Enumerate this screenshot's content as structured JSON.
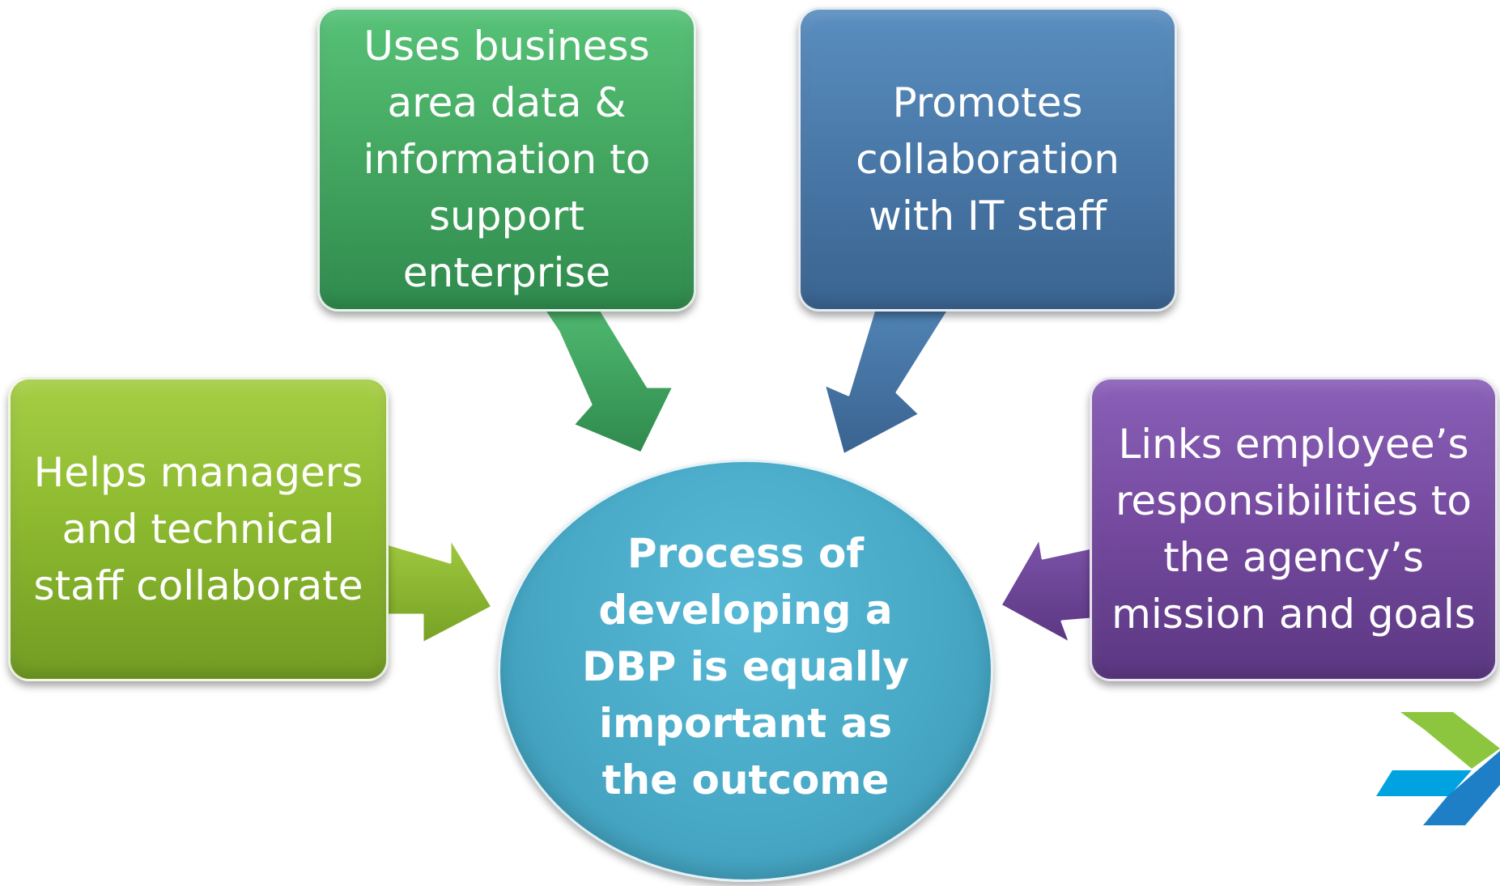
{
  "diagram": {
    "center": {
      "text": "Process of\ndeveloping a\nDBP is equally\nimportant as\nthe outcome",
      "color": "#48a9c6"
    },
    "boxes": [
      {
        "id": "top-left",
        "text": "Uses business\narea data &\ninformation to\nsupport\nenterprise",
        "color": "#45a962"
      },
      {
        "id": "top-right",
        "text": "Promotes\ncollaboration\nwith IT staff",
        "color": "#4a7aaa"
      },
      {
        "id": "left",
        "text": "Helps managers\nand technical\nstaff collaborate",
        "color": "#8eba30"
      },
      {
        "id": "right",
        "text": "Links employee’s\nresponsibilities to\nthe agency’s\nmission and goals",
        "color": "#74499e"
      }
    ],
    "logo": {
      "icon": "arrow-chevron-logo-icon",
      "colors": [
        "#8cc63f",
        "#00a3e0",
        "#1e7fc6"
      ]
    }
  }
}
